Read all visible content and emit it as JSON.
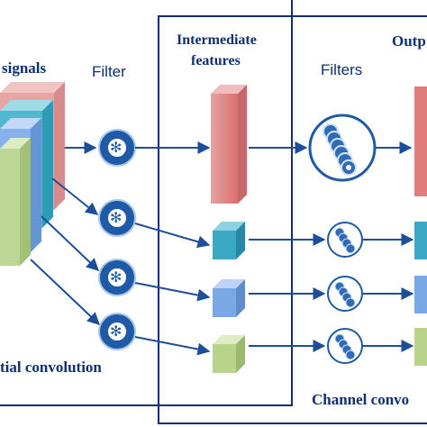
{
  "labels": {
    "signals": "signals",
    "filter": "Filter",
    "intermediate_line1": "Intermediate",
    "intermediate_line2": "features",
    "filters": "Filters",
    "output": "Outp",
    "spatial_convolution": "tial convolution",
    "channel_convolution": "Channel convo"
  },
  "icons": {
    "asterisk": "✻"
  },
  "colors": {
    "frame": "#0f2f73",
    "arrow": "#1d4e9a",
    "filter_fill": "#1e5aa8",
    "pink": "#e07e7e",
    "cyan": "#3ba9c6",
    "blue": "#7aa8e6",
    "green": "#b7d48a"
  }
}
